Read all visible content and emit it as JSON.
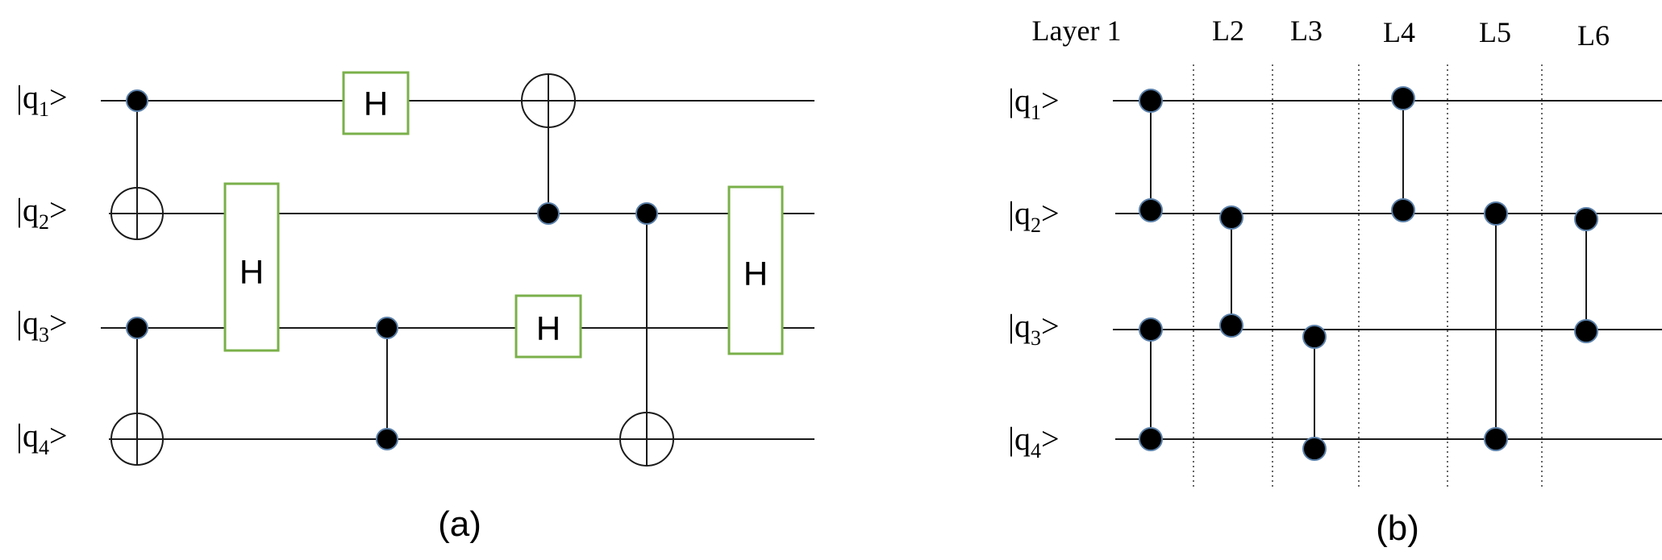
{
  "panel_a": {
    "caption": "(a)",
    "qubit_labels": [
      {
        "base": "|q",
        "sub": "1",
        "end": ">"
      },
      {
        "base": "|q",
        "sub": "2",
        "end": ">"
      },
      {
        "base": "|q",
        "sub": "3",
        "end": ">"
      },
      {
        "base": "|q",
        "sub": "4",
        "end": ">"
      }
    ],
    "gate_h_label": "H"
  },
  "panel_b": {
    "caption": "(b)",
    "layer_labels": [
      "Layer 1",
      "L2",
      "L3",
      "L4",
      "L5",
      "L6"
    ],
    "qubit_labels": [
      {
        "base": "|q",
        "sub": "1",
        "end": ">"
      },
      {
        "base": "|q",
        "sub": "2",
        "end": ">"
      },
      {
        "base": "|q",
        "sub": "3",
        "end": ">"
      },
      {
        "base": "|q",
        "sub": "4",
        "end": ">"
      }
    ]
  },
  "colors": {
    "h_gate_border": "#7ab04a",
    "control_dot_fill": "#000000",
    "control_dot_outline": "#5a7fa8",
    "wire": "#1a1a1a"
  }
}
